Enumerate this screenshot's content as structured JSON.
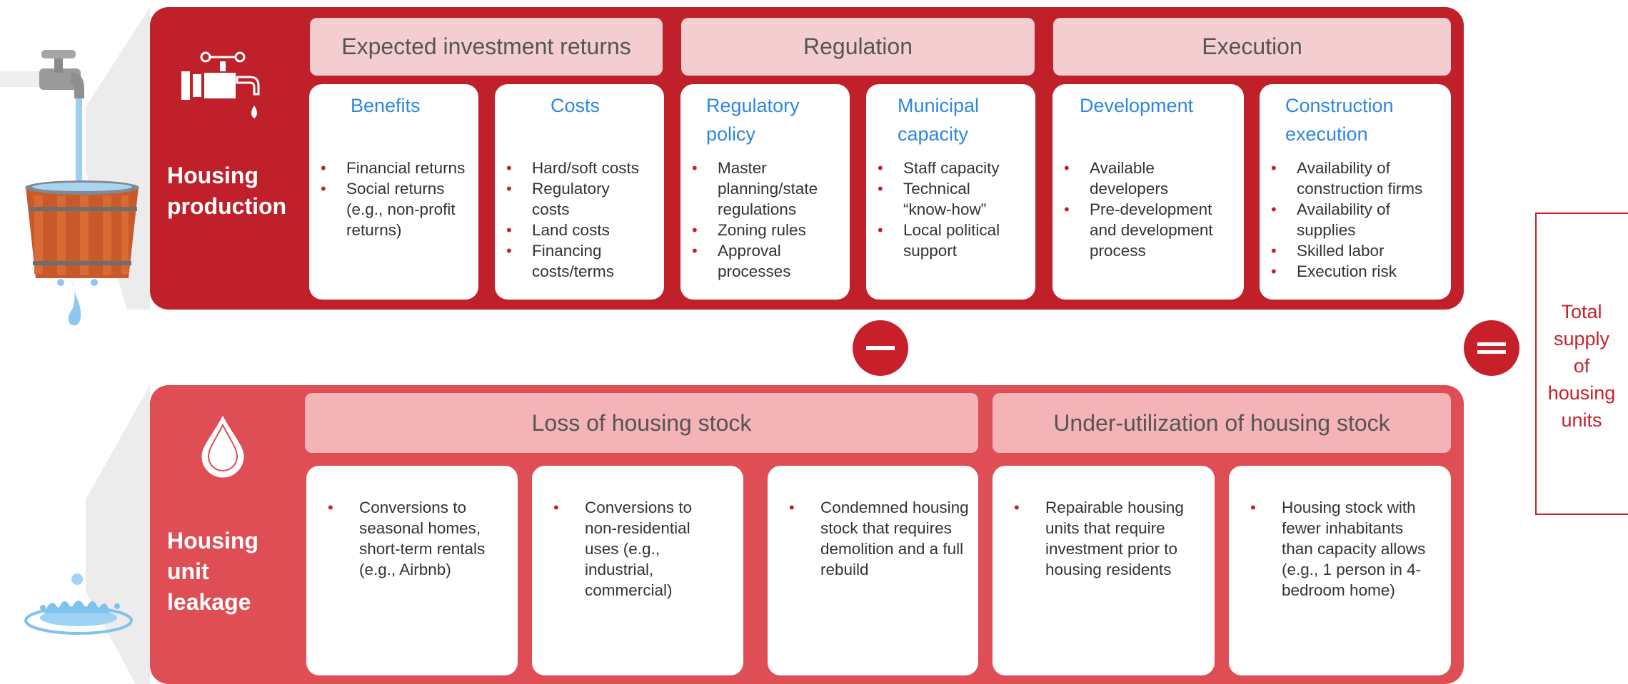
{
  "production": {
    "label": "Housing production",
    "groups": [
      {
        "title": "Expected investment returns"
      },
      {
        "title": "Regulation"
      },
      {
        "title": "Execution"
      }
    ],
    "cards": [
      {
        "title": "Benefits",
        "items": [
          "Financial returns",
          "Social returns (e.g., non-profit returns)"
        ]
      },
      {
        "title": "Costs",
        "items": [
          "Hard/soft costs",
          "Regulatory costs",
          "Land costs",
          "Financing costs/terms"
        ]
      },
      {
        "title": "Regulatory policy",
        "items": [
          "Master planning/state regulations",
          "Zoning rules",
          "Approval processes"
        ]
      },
      {
        "title": "Municipal capacity",
        "items": [
          "Staff capacity",
          "Technical “know-how”",
          "Local political support"
        ]
      },
      {
        "title": "Development",
        "items": [
          "Available developers",
          "Pre-development and development process"
        ]
      },
      {
        "title": "Construction execution",
        "items": [
          "Availability of construction firms",
          "Availability of supplies",
          "Skilled labor",
          "Execution risk"
        ]
      }
    ]
  },
  "leakage": {
    "label": "Housing unit leakage",
    "groups": [
      {
        "title": "Loss of housing stock"
      },
      {
        "title": "Under-utilization of housing stock"
      }
    ],
    "cards": [
      {
        "items": [
          "Conversions to seasonal homes, short-term rentals (e.g., Airbnb)"
        ]
      },
      {
        "items": [
          "Conversions to non-residential uses (e.g., industrial, commercial)"
        ]
      },
      {
        "items": [
          "Condemned housing stock that requires demolition and a full rebuild"
        ]
      },
      {
        "items": [
          "Repairable housing units that require investment prior to housing residents"
        ]
      },
      {
        "items": [
          "Housing stock with fewer inhabitants than capacity allows (e.g., 1 person in 4-bedroom home)"
        ]
      }
    ]
  },
  "operators": {
    "minus": "minus",
    "equals": "equals"
  },
  "total": {
    "lines": [
      "Total",
      "supply",
      "of",
      "housing",
      "units"
    ]
  },
  "icons": [
    "faucet-icon",
    "bucket-icon",
    "pipe-valve-icon",
    "water-drop-icon",
    "water-splash-icon",
    "minus-icon",
    "equals-icon"
  ],
  "colors": {
    "dark_red": "#c0202a",
    "light_red": "#df4d55",
    "header_pink": "#f4cdd0",
    "title_blue": "#2f86e0",
    "bullet_red": "#c8202b"
  }
}
